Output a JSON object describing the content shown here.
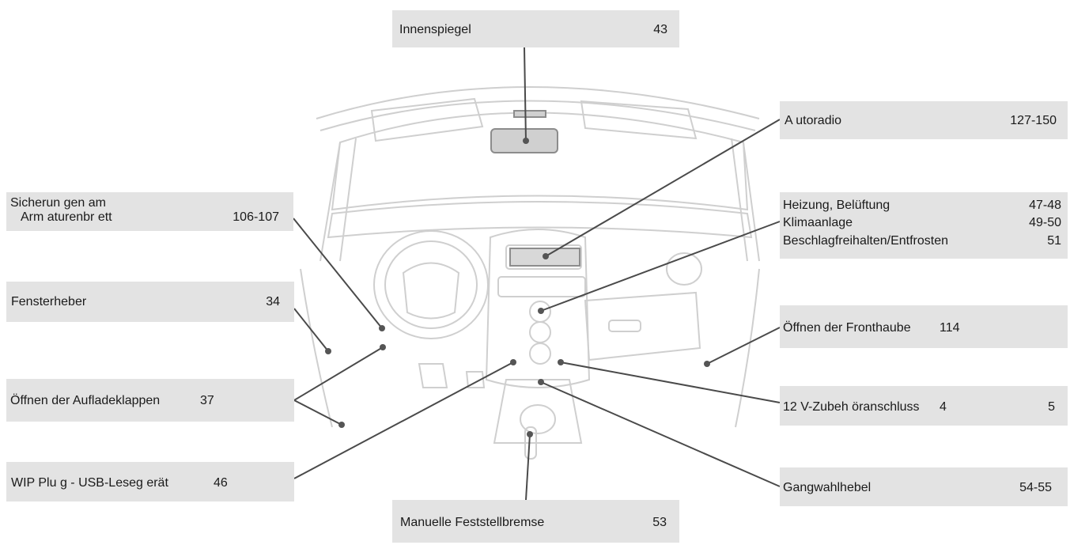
{
  "callouts": {
    "innenspiegel": {
      "label": "Innenspiegel",
      "page": "43"
    },
    "autoradio": {
      "label": "A utoradio",
      "page": "127-150"
    },
    "sicherungen": {
      "label1": "Sicherun gen am",
      "label2": "Arm aturenbr ett",
      "page": "106-107"
    },
    "heizung": {
      "rows": [
        {
          "label": "Heizung, Belüftung",
          "page": "47-48"
        },
        {
          "label": "Klimaanlage",
          "page": "49-50"
        },
        {
          "label": "Beschlagfreihalten/Entfrosten",
          "page": "51"
        }
      ]
    },
    "fensterheber": {
      "label": "Fensterheber",
      "page": "34"
    },
    "fronthaube": {
      "label": "Öffnen der Fronthaube",
      "page": "114"
    },
    "aufladeklappen": {
      "label": "Öffnen der Aufladeklappen",
      "page": "37"
    },
    "zubehoer": {
      "label": "12 V-Zubeh öranschluss",
      "page_a": "4",
      "page_b": "5"
    },
    "wip": {
      "label": "WIP Plu g - USB-Leseg erät",
      "page": "46"
    },
    "gangwahl": {
      "label": "Gangwahlhebel",
      "page": "54-55"
    },
    "feststell": {
      "label": "Manuelle Feststellbremse",
      "page": "53"
    }
  },
  "colors": {
    "box": "#e3e3e3",
    "leader": "#4a4a4a",
    "sketch": "#c8c8c8",
    "marker": "#9a9a9a"
  }
}
